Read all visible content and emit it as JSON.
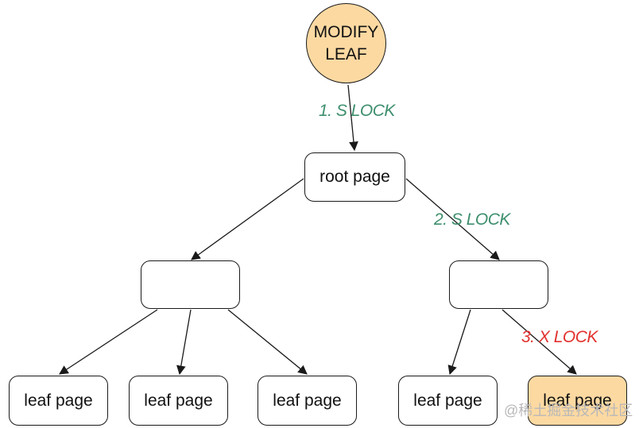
{
  "colors": {
    "accent": "#fdd9a2",
    "s_lock": "#3e8f6e",
    "x_lock": "#e2322f",
    "stroke": "#1a1a1a"
  },
  "nodes": {
    "modify_leaf": {
      "line1": "MODIFY",
      "line2": "LEAF"
    },
    "root": "root page",
    "internal_left": "",
    "internal_right": "",
    "leaves": [
      "leaf page",
      "leaf page",
      "leaf page",
      "leaf page",
      "leaf page"
    ]
  },
  "edge_labels": {
    "step1": "1. S LOCK",
    "step2": "2. S LOCK",
    "step3": "3. X LOCK"
  },
  "watermark": "@稀土掘金技术社区"
}
